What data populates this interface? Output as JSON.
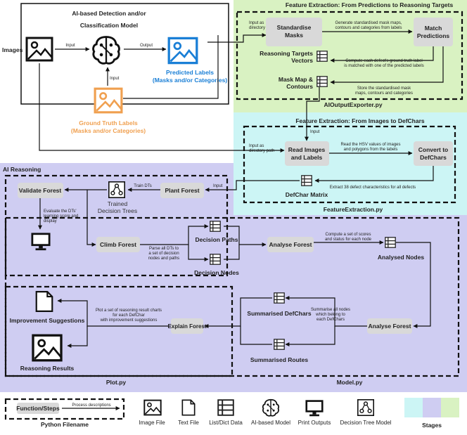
{
  "colors": {
    "green_stage": "#d9f2c2",
    "cyan_stage": "#ccf5f5",
    "purple_stage": "#cfcdf2",
    "predicted_blue": "#1a7fd6",
    "ground_truth_orange": "#f0a050",
    "step_gray": "#d9d9d9"
  },
  "top": {
    "ai_model": "AI-based Detection and/or\nClassification Model",
    "images": "Images",
    "input": "Input",
    "output": "Output",
    "input2": "Input",
    "predicted": "Predicted Labels\n(Masks and/or Categories)",
    "ground_truth": "Ground Truth Labels\n(Masks and/or Categories)"
  },
  "fe1": {
    "title": "Feature Extraction: From Predictions to Reasoning Targets",
    "input_dir": "Input as\ndirectory path",
    "standardise": "Standardise\nMasks",
    "generate_desc": "Generate standardised mask maps,\ncontours and categories from labels",
    "match": "Match\nPredictions",
    "reasoning_targets": "Reasoning Targets\nVectors",
    "compute_desc": "Compute each defect's ground truth label\nis matched with one of the predicted labels",
    "mask_map": "Mask Map &\nContours",
    "store_desc": "Store the standardised mask\nmaps, contours and categories",
    "file": "AIOutputExporter.py"
  },
  "fe2": {
    "title": "Feature Extraction: From Images to DefChars",
    "input": "Input",
    "input_dir": "Input as\ndirectory path",
    "read": "Read Images\nand Labels",
    "read_desc": "Read the HSV values of images\nand polygons from the labels",
    "convert": "Convert to\nDefChars",
    "matrix": "DefChar Matrix",
    "extract_desc": "Extract 38 defect characteristics for all defects",
    "file": "FeatureExtraction.py"
  },
  "ai": {
    "title": "AI Reasoning",
    "validate": "Validate Forest",
    "train_dts": "Train DTs",
    "plant": "Plant Forest",
    "input": "Input",
    "trained": "Trained\nDecision Trees",
    "eval_desc": "Evaluate the DTs'\nlearning score and\ndisplay",
    "climb": "Climb Forest",
    "parse_desc": "Parse all DTs to\na set of decision\nnodes and paths",
    "decision_paths": "Decision Paths",
    "decision_nodes": "Decision Nodes",
    "analyse": "Analyse Forest",
    "scores_desc": "Compute a set of scores\nand status for each node",
    "analysed_nodes": "Analysed Nodes",
    "summ_defchars": "Summarised DefChars",
    "summ_desc": "Summarise all nodes\nwhich belong to\neach DefChars",
    "analyse2": "Analyse Forest",
    "summ_routes": "Summarised Routes",
    "plot_desc": "Plot a set of reasoning result charts\nfor each DefChar\nwith improvement suggestions",
    "explain": "Explain Forest",
    "improvement": "Improvement Suggestions",
    "reasoning_results": "Reasoning Results",
    "plot_file": "Plot.py",
    "model_file": "Model.py"
  },
  "legend": {
    "function_steps": "Function/Steps",
    "process_desc": "Process descriptions",
    "python_filename": "Python Filename",
    "image_file": "Image File",
    "text_file": "Text File",
    "list_dict": "List/Dict Data",
    "ai_model": "AI-based Model",
    "print_outputs": "Print Outputs",
    "decision_tree_model": "Decision Tree Model",
    "stages": "Stages"
  }
}
